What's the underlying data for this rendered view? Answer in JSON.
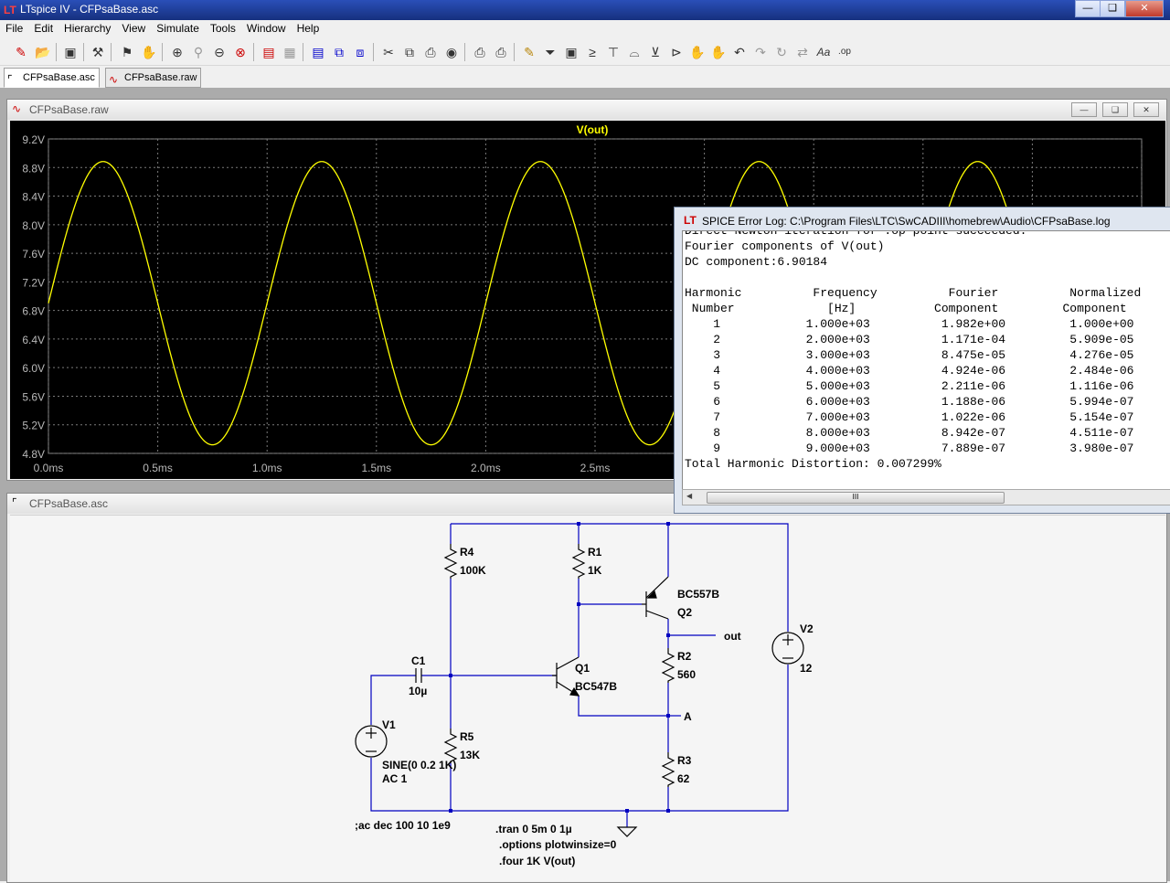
{
  "window": {
    "title": "LTspice IV - CFPsaBase.asc",
    "controls": [
      "minimize",
      "maximize",
      "close"
    ]
  },
  "menu": [
    "File",
    "Edit",
    "Hierarchy",
    "View",
    "Simulate",
    "Tools",
    "Window",
    "Help"
  ],
  "toolbar_icons": [
    "new-schematic-icon",
    "open-icon",
    "save-icon",
    "control-panel-icon",
    "run-icon",
    "halt-icon",
    "zoom-in-icon",
    "pan-icon",
    "zoom-out-icon",
    "zoom-fit-icon",
    "autorange-icon",
    "grid-icon",
    "tile-horiz-icon",
    "tile-vert-icon",
    "cascade-icon",
    "cut-icon",
    "copy-icon",
    "paste-icon",
    "find-icon",
    "print-setup-icon",
    "print-icon",
    "wire-icon",
    "ground-icon",
    "label-icon",
    "resistor-icon",
    "capacitor-icon",
    "inductor-icon",
    "diode-icon",
    "component-icon",
    "move-icon",
    "drag-icon",
    "undo-icon",
    "redo-icon",
    "rotate-icon",
    "mirror-icon",
    "text-icon",
    "spice-directive-icon"
  ],
  "tabs": [
    {
      "label": "CFPsaBase.asc",
      "icon": "schematic-icon",
      "active": true
    },
    {
      "label": "CFPsaBase.raw",
      "icon": "waveform-icon",
      "active": false
    }
  ],
  "raw_window": {
    "title": "CFPsaBase.raw"
  },
  "schematic_window": {
    "title": "CFPsaBase.asc"
  },
  "chart_data": {
    "type": "line",
    "title": "V(out)",
    "xlabel": "",
    "ylabel": "",
    "x_ticks": [
      "0.0ms",
      "0.5ms",
      "1.0ms",
      "1.5ms",
      "2.0ms",
      "2.5ms"
    ],
    "y_ticks": [
      "9.2V",
      "8.8V",
      "8.4V",
      "8.0V",
      "7.6V",
      "7.2V",
      "6.8V",
      "6.4V",
      "6.0V",
      "5.6V",
      "5.2V",
      "4.8V"
    ],
    "xlim_ms": [
      0,
      5.0
    ],
    "ylim": [
      4.8,
      9.2
    ],
    "series": [
      {
        "name": "V(out)",
        "color": "#ffff00",
        "waveform": "sine",
        "offset_v": 6.90184,
        "amplitude_v": 1.982,
        "frequency_hz": 1000,
        "x_start_ms": 0,
        "x_end_ms": 5.0
      }
    ],
    "grid": true
  },
  "error_log": {
    "title": "SPICE Error Log: C:\\Program Files\\LTC\\SwCADIII\\homebrew\\Audio\\CFPsaBase.log",
    "cut_line": "Direct Newton iteration for .op point succeeded.",
    "lines": [
      "Fourier components of V(out)",
      "DC component:6.90184",
      "",
      "Harmonic          Frequency          Fourier          Normalized",
      " Number             [Hz]           Component         Component",
      "    1            1.000e+03          1.982e+00         1.000e+00",
      "    2            2.000e+03          1.171e-04         5.909e-05",
      "    3            3.000e+03          8.475e-05         4.276e-05",
      "    4            4.000e+03          4.924e-06         2.484e-06",
      "    5            5.000e+03          2.211e-06         1.116e-06",
      "    6            6.000e+03          1.188e-06         5.994e-07",
      "    7            7.000e+03          1.022e-06         5.154e-07",
      "    8            8.000e+03          8.942e-07         4.511e-07",
      "    9            9.000e+03          7.889e-07         3.980e-07",
      "Total Harmonic Distortion: 0.007299%"
    ],
    "hscroll_glyph": "III"
  },
  "schematic": {
    "R4": {
      "name": "R4",
      "value": "100K"
    },
    "R1": {
      "name": "R1",
      "value": "1K"
    },
    "R5": {
      "name": "R5",
      "value": "13K"
    },
    "R2": {
      "name": "R2",
      "value": "560"
    },
    "R3": {
      "name": "R3",
      "value": "62"
    },
    "C1": {
      "name": "C1",
      "value": "10µ"
    },
    "Q1": {
      "name": "Q1",
      "model": "BC547B"
    },
    "Q2": {
      "name": "Q2",
      "model": "BC557B"
    },
    "V1": {
      "name": "V1",
      "value": "SINE(0 0.2 1K)",
      "ac": "AC 1"
    },
    "V2": {
      "name": "V2",
      "value": "12"
    },
    "labels": {
      "out": "out",
      "A": "A"
    },
    "directives": {
      "ac": ";ac dec 100 10 1e9",
      "tran": ".tran 0 5m 0 1µ",
      "options": ".options plotwinsize=0",
      "four": ".four 1K V(out)"
    },
    "wire_color": "#0000c0",
    "component_color": "#000000"
  }
}
